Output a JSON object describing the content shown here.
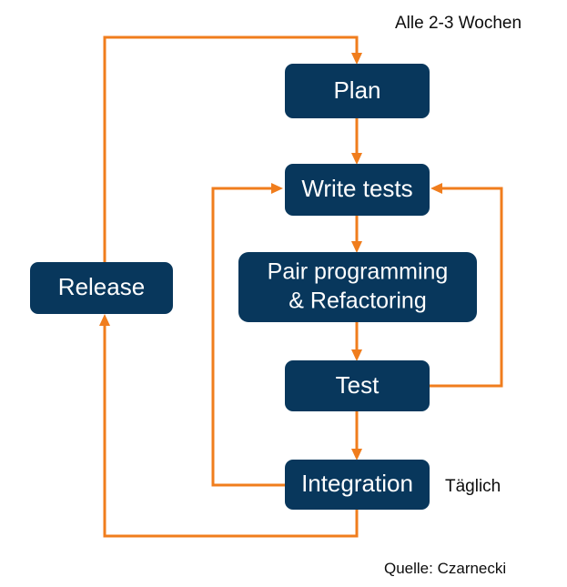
{
  "diagram": {
    "title_annotations": {
      "cadence_release": "Alle 2-3 Wochen",
      "cadence_integration": "Täglich",
      "source": "Quelle: Czarnecki"
    },
    "colors": {
      "node_fill": "#08375c",
      "node_text": "#ffffff",
      "connector": "#f07d1d",
      "background": "#ffffff",
      "annotation_text": "#0d0d0d"
    },
    "nodes": [
      {
        "id": "plan",
        "label": "Plan"
      },
      {
        "id": "write-tests",
        "label": "Write tests"
      },
      {
        "id": "pair-programming",
        "label_line1": "Pair programming",
        "label_line2": "& Refactoring"
      },
      {
        "id": "test",
        "label": "Test"
      },
      {
        "id": "integration",
        "label": "Integration"
      },
      {
        "id": "release",
        "label": "Release"
      }
    ],
    "edges": [
      {
        "id": "release-to-plan",
        "from": "release",
        "to": "plan"
      },
      {
        "id": "plan-to-write-tests",
        "from": "plan",
        "to": "write-tests"
      },
      {
        "id": "write-tests-to-pair-programming",
        "from": "write-tests",
        "to": "pair-programming"
      },
      {
        "id": "pair-programming-to-test",
        "from": "pair-programming",
        "to": "test"
      },
      {
        "id": "test-to-write-tests",
        "from": "test",
        "to": "write-tests"
      },
      {
        "id": "test-to-integration",
        "from": "test",
        "to": "integration"
      },
      {
        "id": "integration-to-write-tests",
        "from": "integration",
        "to": "write-tests"
      },
      {
        "id": "integration-to-release",
        "from": "integration",
        "to": "release"
      }
    ]
  }
}
